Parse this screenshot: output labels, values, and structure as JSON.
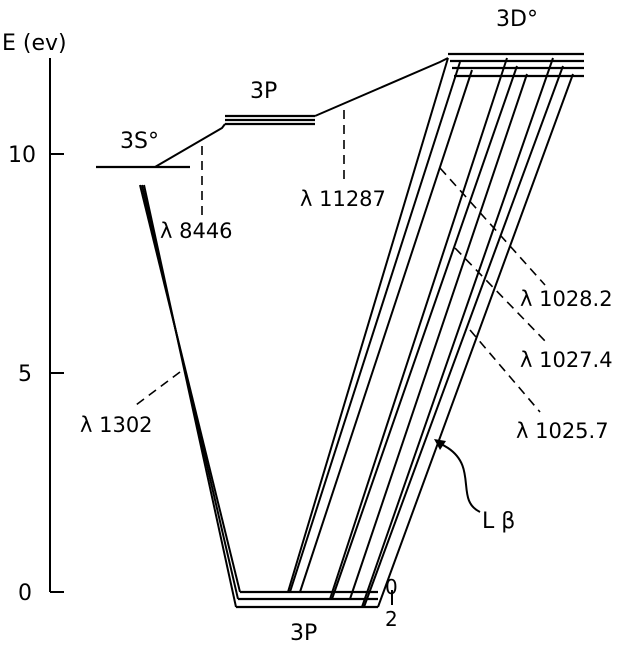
{
  "axis": {
    "label": "E (ev)",
    "ticks": [
      "10",
      "5",
      "0"
    ],
    "tick_values": [
      10,
      5,
      0
    ]
  },
  "levels": {
    "s_state": "3S°",
    "p_upper": "3P",
    "d_state": "3D°",
    "p_ground": "3P"
  },
  "ground_j_labels": [
    "0",
    "2"
  ],
  "wavelengths": {
    "w8446": "λ 8446",
    "w11287": "λ 11287",
    "w1302": "λ 1302",
    "w1028": "λ 1028.2",
    "w1027": "λ 1027.4",
    "w1025": "λ 1025.7"
  },
  "lyman_beta": "L β"
}
